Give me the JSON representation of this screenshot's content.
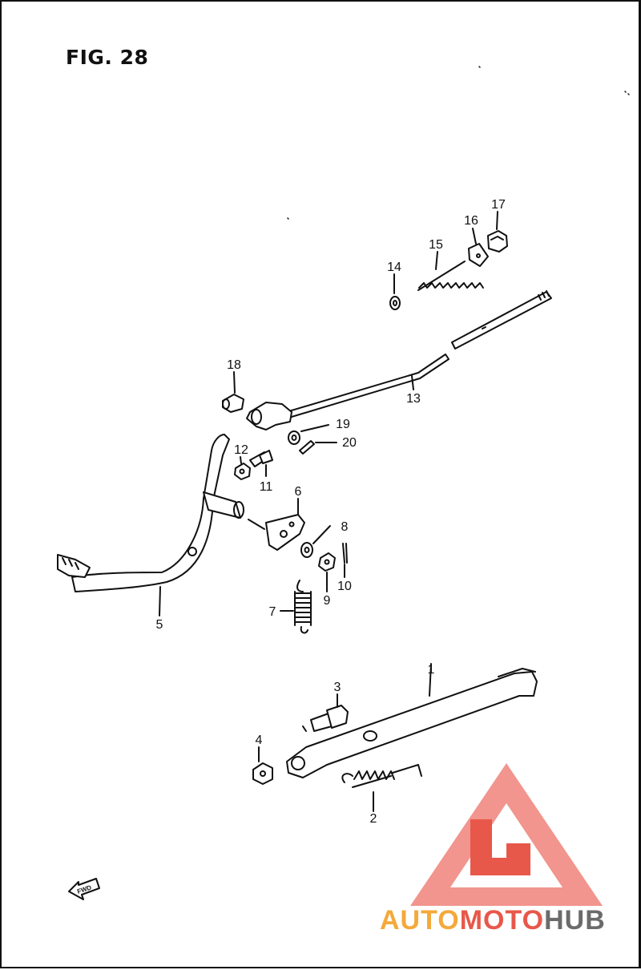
{
  "figure": {
    "title": "FIG. 28"
  },
  "callouts": [
    {
      "id": "label-1",
      "text": "1"
    },
    {
      "id": "label-2",
      "text": "2"
    },
    {
      "id": "label-3",
      "text": "3"
    },
    {
      "id": "label-4",
      "text": "4"
    },
    {
      "id": "label-5",
      "text": "5"
    },
    {
      "id": "label-6",
      "text": "6"
    },
    {
      "id": "label-7",
      "text": "7"
    },
    {
      "id": "label-8",
      "text": "8"
    },
    {
      "id": "label-9",
      "text": "9"
    },
    {
      "id": "label-10",
      "text": "10"
    },
    {
      "id": "label-11",
      "text": "11"
    },
    {
      "id": "label-12",
      "text": "12"
    },
    {
      "id": "label-13",
      "text": "13"
    },
    {
      "id": "label-14",
      "text": "14"
    },
    {
      "id": "label-15",
      "text": "15"
    },
    {
      "id": "label-16",
      "text": "16"
    },
    {
      "id": "label-17",
      "text": "17"
    },
    {
      "id": "label-18",
      "text": "18"
    },
    {
      "id": "label-19",
      "text": "19"
    },
    {
      "id": "label-20",
      "text": "20"
    }
  ],
  "fwd_arrow": {
    "text": "FWD"
  },
  "watermark": {
    "brand_part1": "AUTO",
    "brand_part2": "MOTO",
    "brand_part3": "HUB",
    "color_orange": "#f4a93a",
    "color_red": "#e8584a",
    "color_gray": "#6b6b6b"
  },
  "colors": {
    "ink": "#111111",
    "paper": "#ffffff"
  }
}
